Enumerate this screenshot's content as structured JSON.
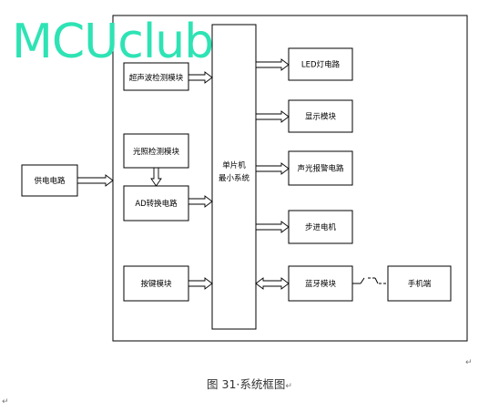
{
  "watermark": "MCUclub",
  "caption": "图 31·系统框图",
  "paragraph_mark": "↵",
  "blocks": {
    "power": "供电电路",
    "ultrasonic": "超声波检测模块",
    "light_detect": "光照检测模块",
    "ad_convert": "AD转换电路",
    "keys": "按键模块",
    "mcu_line1": "单片机",
    "mcu_line2": "最小系统",
    "led": "LED灯电路",
    "display": "显示模块",
    "alarm": "声光报警电路",
    "stepper": "步进电机",
    "bluetooth": "蓝牙模块",
    "phone": "手机端"
  }
}
